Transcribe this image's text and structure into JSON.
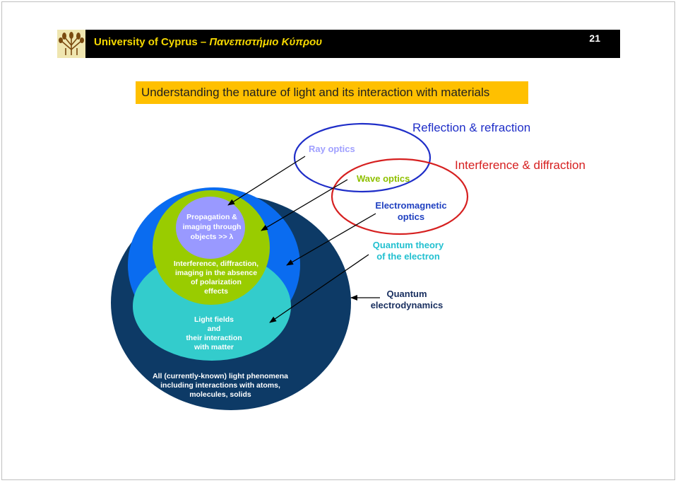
{
  "header": {
    "title_en": "University of Cyprus –",
    "title_gr": "Πανεπιστήμιο Κύπρου",
    "page_number": "21"
  },
  "banner": {
    "text": "Understanding the nature of light and its interaction with materials"
  },
  "diagram": {
    "outer_labels": {
      "reflection_refraction": "Reflection & refraction",
      "interference_diffraction": "Interference & diffraction",
      "ray_optics": "Ray optics",
      "wave_optics": "Wave optics",
      "em_optics_1": "Electromagnetic",
      "em_optics_2": "optics",
      "quantum_theory_1": "Quantum theory",
      "quantum_theory_2": "of the electron",
      "qed_1": "Quantum",
      "qed_2": "electrodynamics"
    },
    "inner_labels": {
      "propagation_1": "Propagation &",
      "propagation_2": "imaging through",
      "propagation_3": "objects >> λ",
      "interference_1": "Interference, diffraction,",
      "interference_2": "imaging in the absence",
      "interference_3": "of polarization",
      "interference_4": "effects",
      "lightfields_1": "Light fields",
      "lightfields_2": "and",
      "lightfields_3": "their interaction",
      "lightfields_4": "with matter",
      "all_1": "All (currently-known) light phenomena",
      "all_2": "including interactions with atoms,",
      "all_3": "molecules, solids"
    },
    "colors": {
      "qed": "#0d3a66",
      "electromagnetic": "#0a6cf0",
      "quantum_electron": "#33cccc",
      "wave": "#99cc00",
      "ray": "#9999ff",
      "reflection_ellipse": "#1f2ec8",
      "interference_ellipse": "#d62020",
      "ray_label": "#a0a0ff",
      "wave_label": "#8fc000",
      "em_label": "#1f40c0",
      "quantum_label": "#22c0d0",
      "qed_label": "#1a3060"
    }
  }
}
